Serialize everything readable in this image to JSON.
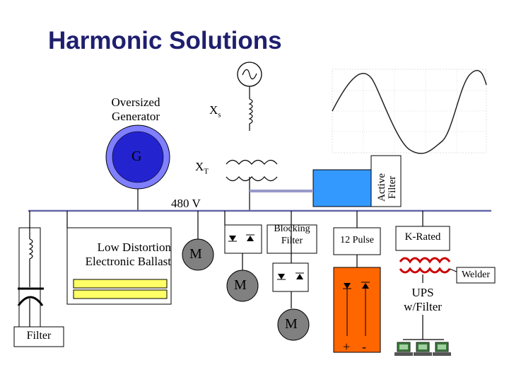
{
  "title": "Harmonic Solutions",
  "labels": {
    "generator_line1": "Oversized",
    "generator_line2": "Generator",
    "generator_symbol": "G",
    "xs_main": "X",
    "xs_sub": "s",
    "xt_main": "X",
    "xt_sub": "T",
    "voltage": "480 V",
    "active_filter_line1": "Active",
    "active_filter_line2": "Filter",
    "ballast_line1": "Low Distortion",
    "ballast_line2": "Electronic Ballast",
    "motor": "M",
    "blocking_filter_line1": "Blocking",
    "blocking_filter_line2": "Filter",
    "twelve_pulse": "12 Pulse",
    "k_rated": "K-Rated",
    "welder": "Welder",
    "ups_line1": "UPS",
    "ups_line2": "w/Filter",
    "filter": "Filter",
    "plus": "+",
    "minus": "-"
  },
  "colors": {
    "title": "#1f1f6f",
    "generator_fill": "#2323d0",
    "generator_ring": "#7f7fff",
    "active_filter": "#3399ff",
    "bus": "#6666aa",
    "bus_link": "#9999cc",
    "motor": "#808080",
    "ballast_tube": "#ffff66",
    "rectifier_box": "#ff6600",
    "k_rated_coil": "#cc0000"
  },
  "icons": [
    "ac-source-icon",
    "inductor-icon",
    "transformer-icon",
    "diode-icon",
    "capacitor-icon",
    "computer-icon",
    "sine-wave-icon"
  ]
}
